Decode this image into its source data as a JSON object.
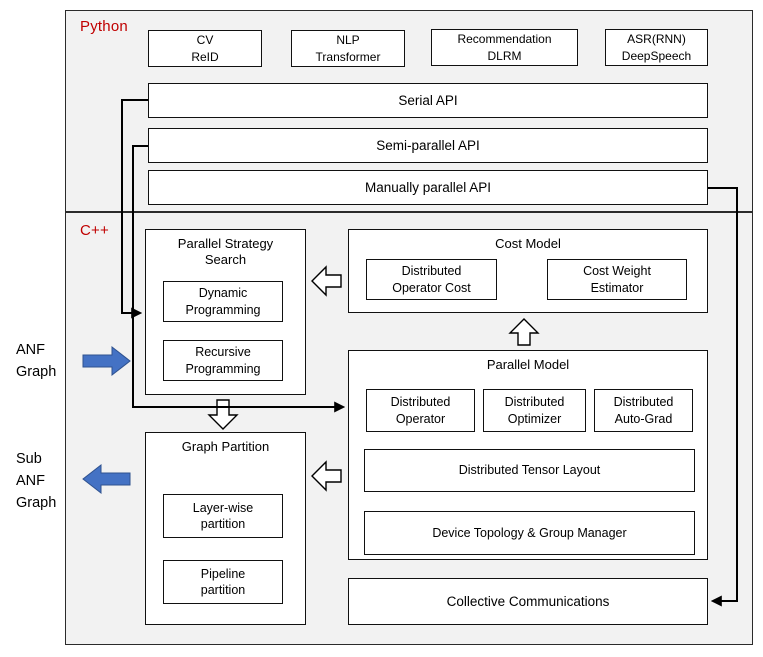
{
  "python_section": {
    "label": "Python",
    "apps": [
      "CV\nReID",
      "NLP\nTransformer",
      "Recommendation\nDLRM",
      "ASR(RNN)\nDeepSpeech"
    ],
    "apis": [
      "Serial API",
      "Semi-parallel API",
      "Manually parallel API"
    ]
  },
  "cpp_section": {
    "label": "C++",
    "parallel_strategy_search": {
      "title": "Parallel Strategy Search",
      "items": [
        "Dynamic Programming",
        "Recursive Programming"
      ]
    },
    "cost_model": {
      "title": "Cost Model",
      "items": [
        "Distributed Operator Cost",
        "Cost Weight Estimator"
      ]
    },
    "parallel_model": {
      "title": "Parallel Model",
      "row_items": [
        "Distributed Operator",
        "Distributed Optimizer",
        "Distributed Auto-Grad"
      ],
      "wide_items": [
        "Distributed Tensor Layout",
        "Device Topology & Group Manager"
      ]
    },
    "graph_partition": {
      "title": "Graph Partition",
      "items": [
        "Layer-wise partition",
        "Pipeline partition"
      ]
    },
    "collective_communications": "Collective Communications"
  },
  "side_labels": {
    "input": "ANF\nGraph",
    "output": "Sub\nANF\nGraph"
  },
  "colors": {
    "label_red": "#C00000",
    "arrow_blue": "#4472C4",
    "arrow_blue_edge": "#2F528F",
    "box_border": "#111111",
    "section_bg": "#F2F2F2",
    "box_bg": "#FFFFFF"
  }
}
